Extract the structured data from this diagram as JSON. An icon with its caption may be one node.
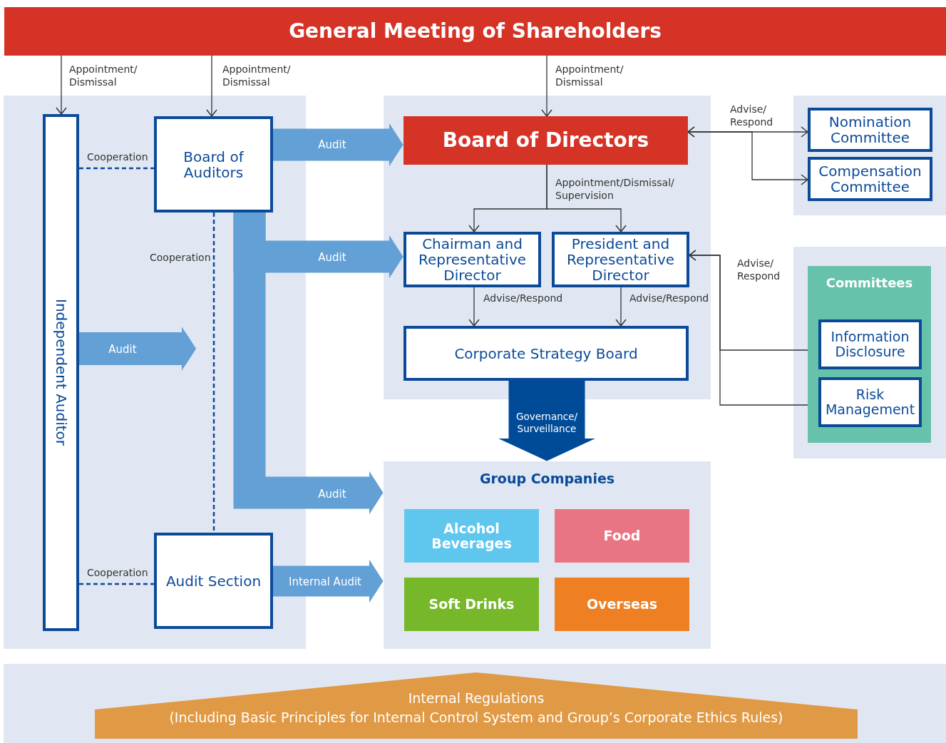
{
  "diagram": {
    "nodes": [
      {
        "text": [
          "General Meeting of Shareholders"
        ]
      },
      {
        "text": [
          "Independent Auditor"
        ]
      },
      {
        "text": [
          "Board of Auditors"
        ]
      },
      {
        "text": [
          "Board of Directors"
        ]
      },
      {
        "text": [
          "Nomination Committee"
        ]
      },
      {
        "text": [
          "Compensation Committee"
        ]
      },
      {
        "text": [
          "Chairman and Representative Director"
        ]
      },
      {
        "text": [
          "President and Representative Director"
        ]
      },
      {
        "text": [
          "Corporate Strategy Board"
        ]
      },
      {
        "text": [
          "Committees"
        ]
      },
      {
        "text": [
          "Information Disclosure"
        ],
        "in": 9
      },
      {
        "text": [
          "Risk Management"
        ],
        "in": 9
      },
      {
        "text": [
          "Group Companies"
        ]
      },
      {
        "text": [
          "Alcohol Beverages"
        ],
        "in": 12
      },
      {
        "text": [
          "Food"
        ],
        "in": 12
      },
      {
        "text": [
          "Soft Drinks"
        ],
        "in": 12
      },
      {
        "text": [
          "Overseas"
        ],
        "in": 12
      },
      {
        "text": [
          "Audit Section"
        ]
      },
      {
        "text": [
          "Internal Regulations",
          "(Including Basic Principles for Internal Control System and Group’s Corporate Ethics Rules)"
        ]
      }
    ],
    "edges": [
      {
        "from": 0,
        "to": 1,
        "arrow": "to",
        "label": "Appointment/ Dismissal"
      },
      {
        "from": 0,
        "to": 2,
        "arrow": "to",
        "label": "Appointment/ Dismissal"
      },
      {
        "from": 0,
        "to": 3,
        "arrow": "to",
        "label": "Appointment/ Dismissal"
      },
      {
        "from": 3,
        "to": 4,
        "arrow": "both",
        "label": "Advise/ Respond"
      },
      {
        "from": 3,
        "to": 5,
        "arrow": "both"
      },
      {
        "from": 2,
        "to": 3,
        "arrow": "to",
        "label": "Audit",
        "style": "thick",
        "color": "#62a0d6"
      },
      {
        "from": 2,
        "to": 6,
        "arrow": "to",
        "label": "Audit",
        "style": "thick",
        "color": "#62a0d6"
      },
      {
        "from": 2,
        "to": 12,
        "arrow": "to",
        "label": "Audit",
        "style": "thick",
        "color": "#62a0d6"
      },
      {
        "from": 1,
        "to": null,
        "arrow": "to",
        "label": "Audit",
        "style": "thick",
        "color": "#62a0d6"
      },
      {
        "from": 1,
        "to": 2,
        "arrow": "none",
        "label": "Cooperation",
        "style": "dashed",
        "color": "#0b4a99"
      },
      {
        "from": 2,
        "to": 17,
        "arrow": "none",
        "label": "Cooperation",
        "style": "dashed",
        "color": "#0b4a99"
      },
      {
        "from": 1,
        "to": 17,
        "arrow": "none",
        "label": "Cooperation",
        "style": "dashed",
        "color": "#0b4a99"
      },
      {
        "from": 17,
        "to": 12,
        "arrow": "to",
        "label": "Internal Audit",
        "style": "thick",
        "color": "#62a0d6"
      },
      {
        "from": 3,
        "to": 6,
        "arrow": "to",
        "label": "Appointment/Dismissal/ Supervision"
      },
      {
        "from": 3,
        "to": 7,
        "arrow": "to"
      },
      {
        "from": 6,
        "to": 8,
        "arrow": "to",
        "label": "Advise/Respond"
      },
      {
        "from": 7,
        "to": 8,
        "arrow": "to",
        "label": "Advise/Respond"
      },
      {
        "from": 7,
        "to": 10,
        "arrow": "both",
        "label": "Advise/ Respond"
      },
      {
        "from": 7,
        "to": 11,
        "arrow": "both"
      },
      {
        "from": 8,
        "to": 12,
        "arrow": "to",
        "label": "Governance/ Surveillance",
        "style": "thick",
        "color": "#004b98"
      }
    ]
  }
}
